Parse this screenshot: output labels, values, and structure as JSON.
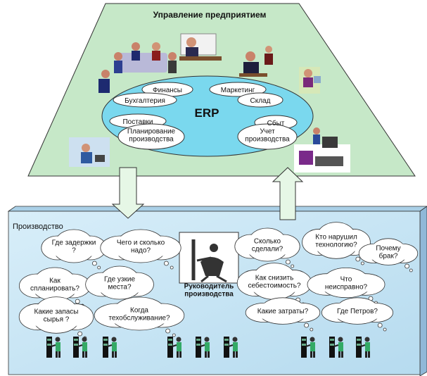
{
  "title": "Управление предприятием",
  "erp": {
    "label": "ERP",
    "modules": [
      "Финансы",
      "Бухгалтерия",
      "Маркетинг",
      "Склад",
      "Поставки",
      "Планирование производства",
      "Сбыт",
      "Учет производства"
    ]
  },
  "production": {
    "label": "Производство",
    "manager_label": "Руководитель производства",
    "questions": [
      "Где задержки ?",
      "Чего и сколько надо?",
      "Сколько сделали?",
      "Кто нарушил технологию?",
      "Почему брак?",
      "Как спланировать?",
      "Где узкие места?",
      "Как снизить себестоимость?",
      "Что неисправно?",
      "Какие запасы сырья ?",
      "Когда техобслуживание?",
      "Какие затраты?",
      "Где Петров?"
    ]
  },
  "colors": {
    "top_fill": "#c6e8c8",
    "erp_fill": "#7ad8ee",
    "production_fill": "#cde8f6",
    "production_side": "#8fb8d8",
    "arrow_fill": "#e6f7e6",
    "cloud_fill": "#ffffff"
  },
  "icons": [
    "office-meeting-icon",
    "manager-desk-icon",
    "worker-figure-icon",
    "operator-icon"
  ]
}
